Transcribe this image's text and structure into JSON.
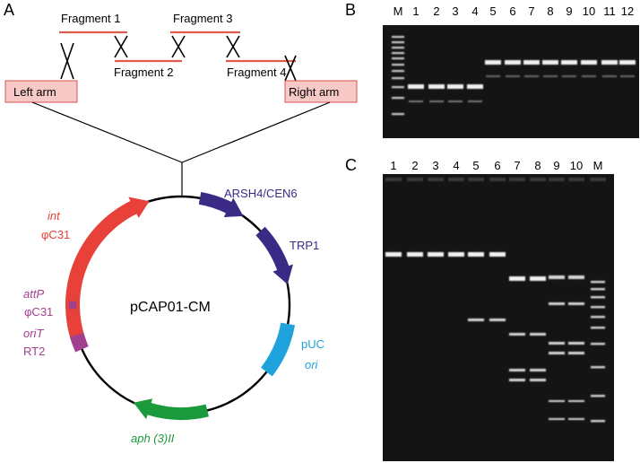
{
  "panels": {
    "a": "A",
    "b": "B",
    "c": "C"
  },
  "fragments": [
    "Fragment 1",
    "Fragment 2",
    "Fragment 3",
    "Fragment 4"
  ],
  "arms": {
    "left": "Left arm",
    "right": "Right arm"
  },
  "plasmid": {
    "name": "pCAP01-CM",
    "features": {
      "arsh": "ARSH4/CEN6",
      "trp": "TRP1",
      "puc_line1": "pUC",
      "puc_line2": "ori",
      "aph": "aph (3)II",
      "int_line1": "int",
      "int_line2": "φC31",
      "attp_line1": "attP",
      "attp_line2": "φC31",
      "orit_line1": "oriT",
      "orit_line2": "RT2"
    }
  },
  "colors": {
    "fragment_line": "#e05a4e",
    "arm_fill": "#f6c9c6",
    "arm_stroke": "#d9534f",
    "int": "#e8413a",
    "arsh": "#3a2a85",
    "trp": "#3a2a85",
    "puc": "#1ea3dc",
    "aph": "#1a9a3a",
    "attp_orit": "#a2408f"
  },
  "gel_b": {
    "lanes": [
      "M",
      "1",
      "2",
      "3",
      "4",
      "5",
      "6",
      "7",
      "8",
      "9",
      "10",
      "11",
      "12"
    ]
  },
  "gel_c": {
    "lanes": [
      "1",
      "2",
      "3",
      "4",
      "5",
      "6",
      "7",
      "8",
      "9",
      "10",
      "M"
    ]
  }
}
